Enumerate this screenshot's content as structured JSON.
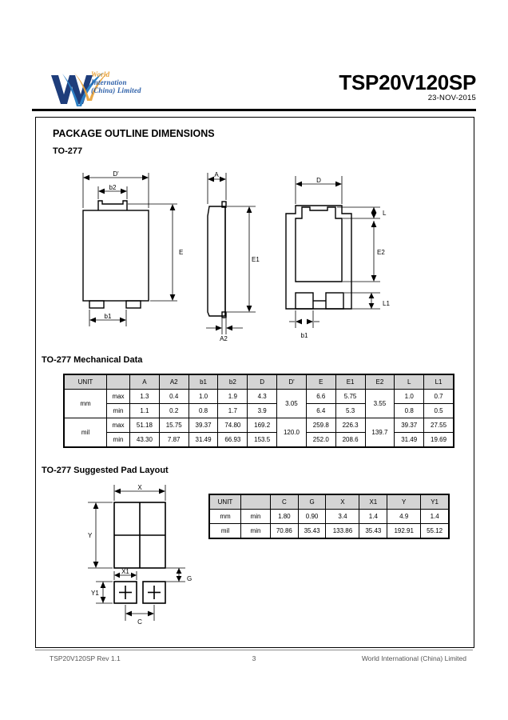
{
  "header": {
    "logo_line1": "World",
    "logo_line2": "Internation",
    "logo_line3": "(China) Limited",
    "logo_icon": "ww-logo-icon",
    "part_number": "TSP20V120SP",
    "date": "23-NOV-2015"
  },
  "section": {
    "title": "PACKAGE OUTLINE DIMENSIONS",
    "package": "TO-277",
    "mech_title": "TO-277 Mechanical Data",
    "pad_title": "TO-277 Suggested Pad Layout"
  },
  "drawing_labels": {
    "top_view": {
      "d_prime": "D'",
      "b2": "b2",
      "e": "E",
      "b1": "b1"
    },
    "side_view": {
      "a": "A",
      "e1": "E1",
      "a2": "A2"
    },
    "bottom_view": {
      "d": "D",
      "l": "L",
      "e2": "E2",
      "l1": "L1",
      "b1": "b1"
    },
    "pad_view": {
      "x": "X",
      "y": "Y",
      "x1": "X1",
      "y1": "Y1",
      "g": "G",
      "c": "C"
    }
  },
  "mech_table": {
    "headers": [
      "UNIT",
      "",
      "A",
      "A2",
      "b1",
      "b2",
      "D",
      "D'",
      "E",
      "E1",
      "E2",
      "L",
      "L1"
    ],
    "rows": [
      {
        "unit": "mm",
        "limit": "max",
        "A": "1.3",
        "A2": "0.4",
        "b1": "1.0",
        "b2": "1.9",
        "D": "4.3",
        "Dp": "3.05",
        "E": "6.6",
        "E1": "5.75",
        "E2": "3.55",
        "L": "1.0",
        "L1": "0.7"
      },
      {
        "unit": "mm",
        "limit": "min",
        "A": "1.1",
        "A2": "0.2",
        "b1": "0.8",
        "b2": "1.7",
        "D": "3.9",
        "Dp": "",
        "E": "6.4",
        "E1": "5.3",
        "E2": "",
        "L": "0.8",
        "L1": "0.5"
      },
      {
        "unit": "mil",
        "limit": "max",
        "A": "51.18",
        "A2": "15.75",
        "b1": "39.37",
        "b2": "74.80",
        "D": "169.2",
        "Dp": "120.0",
        "E": "259.8",
        "E1": "226.3",
        "E2": "139.7",
        "L": "39.37",
        "L1": "27.55"
      },
      {
        "unit": "mil",
        "limit": "min",
        "A": "43.30",
        "A2": "7.87",
        "b1": "31.49",
        "b2": "66.93",
        "D": "153.5",
        "Dp": "",
        "E": "252.0",
        "E1": "208.6",
        "E2": "",
        "L": "31.49",
        "L1": "19.69"
      }
    ]
  },
  "pad_table": {
    "headers": [
      "UNIT",
      "",
      "C",
      "G",
      "X",
      "X1",
      "Y",
      "Y1"
    ],
    "rows": [
      {
        "unit": "mm",
        "limit": "min",
        "C": "1.80",
        "G": "0.90",
        "X": "3.4",
        "X1": "1.4",
        "Y": "4.9",
        "Y1": "1.4"
      },
      {
        "unit": "mil",
        "limit": "min",
        "C": "70.86",
        "G": "35.43",
        "X": "133.86",
        "X1": "35.43",
        "Y": "192.91",
        "Y1": "55.12"
      }
    ]
  },
  "footer": {
    "left": "TSP20V120SP Rev 1.1",
    "page": "3",
    "right": "World  International  (China)  Limited"
  },
  "colors": {
    "brand_blue": "#2C5FA8",
    "brand_orange": "#E8A33D",
    "table_header": "#d4d4d4"
  }
}
